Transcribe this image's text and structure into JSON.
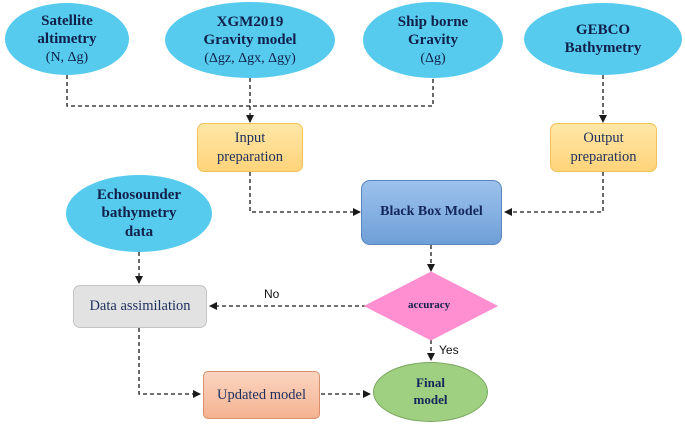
{
  "nodes": {
    "satellite": {
      "lines": [
        "Satellite",
        "altimetry"
      ],
      "math": "(N, Δg)"
    },
    "xgm": {
      "lines": [
        "XGM2019",
        "Gravity model"
      ],
      "math": "(Δgz, Δgx, Δgy)"
    },
    "ship": {
      "lines": [
        "Ship borne",
        "Gravity"
      ],
      "math": "(Δg)"
    },
    "gebco": {
      "lines": [
        "GEBCO",
        "Bathymetry"
      ]
    },
    "input_prep": {
      "lines": [
        "Input",
        "preparation"
      ]
    },
    "output_prep": {
      "lines": [
        "Output",
        "preparation"
      ]
    },
    "echo": {
      "lines": [
        "Echosounder",
        "bathymetry",
        "data"
      ]
    },
    "blackbox": {
      "label": "Black Box Model"
    },
    "accuracy": {
      "label": "accuracy"
    },
    "data_assim": {
      "label": "Data assimilation"
    },
    "updated": {
      "label": "Updated model"
    },
    "final": {
      "lines": [
        "Final",
        "model"
      ]
    }
  },
  "edges": {
    "no_label": "No",
    "yes_label": "Yes"
  },
  "colors": {
    "ellipse": "#56cbee",
    "input_box": "#ffd37a",
    "model_box": "#7ea9dd",
    "decision": "#ff8fd0",
    "gray_box": "#e2e2e2",
    "updated_box": "#f4b391",
    "final": "#9fcf80",
    "connector": "#1a1a1a"
  }
}
